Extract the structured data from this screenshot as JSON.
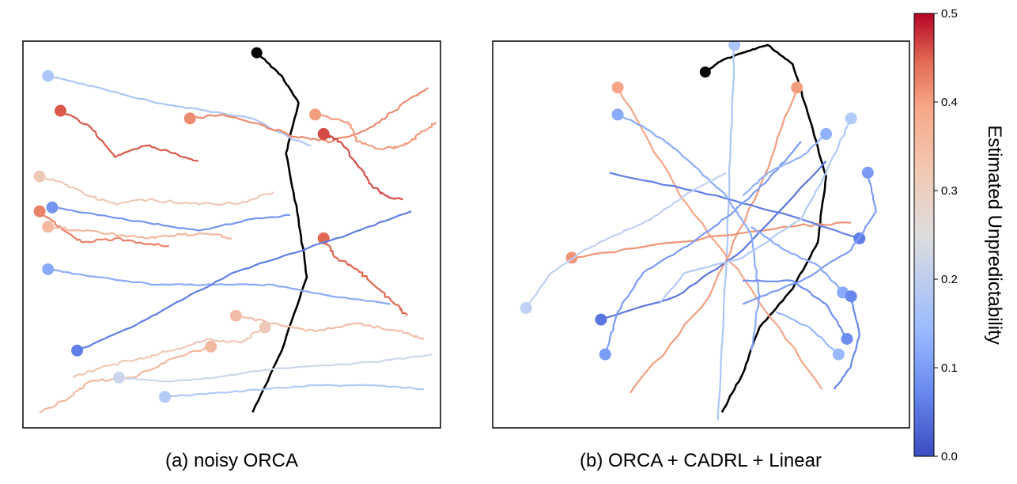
{
  "figure": {
    "panel_a": {
      "caption": "(a) noisy ORCA"
    },
    "panel_b": {
      "caption": "(b) ORCA + CADRL + Linear"
    }
  },
  "chart_data": [
    {
      "type": "scatter",
      "panel": "a",
      "caption": "(a) noisy ORCA",
      "description_of_marks": "pedestrian trajectories; a dot marks each trajectory's current position; color encodes estimated unpredictability",
      "robot_color": "#000000",
      "trajectories": [
        {
          "u": 0.0,
          "pts": [
            [
              0.56,
              0.03
            ],
            [
              0.62,
              0.09
            ],
            [
              0.66,
              0.16
            ],
            [
              0.63,
              0.29
            ],
            [
              0.66,
              0.46
            ],
            [
              0.68,
              0.61
            ],
            [
              0.62,
              0.8
            ],
            [
              0.55,
              0.96
            ]
          ]
        },
        {
          "u": 0.17,
          "pts": [
            [
              0.06,
              0.09
            ],
            [
              0.18,
              0.12
            ],
            [
              0.32,
              0.16
            ],
            [
              0.44,
              0.18
            ],
            [
              0.55,
              0.2
            ],
            [
              0.64,
              0.25
            ],
            [
              0.69,
              0.27
            ]
          ]
        },
        {
          "u": 0.39,
          "pts": [
            [
              0.4,
              0.2
            ],
            [
              0.48,
              0.19
            ],
            [
              0.58,
              0.22
            ],
            [
              0.66,
              0.25
            ],
            [
              0.74,
              0.26
            ],
            [
              0.84,
              0.22
            ],
            [
              0.89,
              0.18
            ],
            [
              0.97,
              0.12
            ]
          ]
        },
        {
          "u": 0.37,
          "pts": [
            [
              0.7,
              0.19
            ],
            [
              0.78,
              0.21
            ],
            [
              0.8,
              0.26
            ],
            [
              0.86,
              0.28
            ],
            [
              0.91,
              0.27
            ],
            [
              0.95,
              0.24
            ],
            [
              0.99,
              0.21
            ]
          ]
        },
        {
          "u": 0.44,
          "pts": [
            [
              0.09,
              0.18
            ],
            [
              0.16,
              0.22
            ],
            [
              0.22,
              0.3
            ],
            [
              0.3,
              0.27
            ],
            [
              0.36,
              0.29
            ],
            [
              0.42,
              0.31
            ]
          ]
        },
        {
          "u": 0.45,
          "pts": [
            [
              0.72,
              0.24
            ],
            [
              0.76,
              0.26
            ],
            [
              0.81,
              0.33
            ],
            [
              0.84,
              0.38
            ],
            [
              0.87,
              0.4
            ],
            [
              0.91,
              0.41
            ]
          ]
        },
        {
          "u": 0.3,
          "pts": [
            [
              0.04,
              0.35
            ],
            [
              0.1,
              0.37
            ],
            [
              0.16,
              0.4
            ],
            [
              0.22,
              0.42
            ],
            [
              0.3,
              0.41
            ],
            [
              0.4,
              0.42
            ],
            [
              0.52,
              0.42
            ],
            [
              0.6,
              0.39
            ]
          ]
        },
        {
          "u": 0.4,
          "pts": [
            [
              0.04,
              0.44
            ],
            [
              0.09,
              0.48
            ],
            [
              0.14,
              0.52
            ],
            [
              0.22,
              0.51
            ],
            [
              0.28,
              0.52
            ],
            [
              0.35,
              0.53
            ]
          ]
        },
        {
          "u": 0.33,
          "pts": [
            [
              0.06,
              0.48
            ],
            [
              0.14,
              0.49
            ],
            [
              0.22,
              0.5
            ],
            [
              0.3,
              0.51
            ],
            [
              0.38,
              0.5
            ],
            [
              0.46,
              0.5
            ],
            [
              0.5,
              0.51
            ]
          ]
        },
        {
          "u": 0.09,
          "pts": [
            [
              0.07,
              0.43
            ],
            [
              0.18,
              0.45
            ],
            [
              0.3,
              0.47
            ],
            [
              0.42,
              0.49
            ],
            [
              0.55,
              0.46
            ],
            [
              0.64,
              0.45
            ]
          ]
        },
        {
          "u": 0.43,
          "pts": [
            [
              0.72,
              0.51
            ],
            [
              0.75,
              0.56
            ],
            [
              0.8,
              0.59
            ],
            [
              0.84,
              0.63
            ],
            [
              0.89,
              0.68
            ],
            [
              0.92,
              0.71
            ]
          ]
        },
        {
          "u": 0.12,
          "pts": [
            [
              0.06,
              0.59
            ],
            [
              0.18,
              0.61
            ],
            [
              0.32,
              0.63
            ],
            [
              0.46,
              0.63
            ],
            [
              0.6,
              0.63
            ],
            [
              0.74,
              0.66
            ],
            [
              0.88,
              0.68
            ]
          ]
        },
        {
          "u": 0.06,
          "pts": [
            [
              0.13,
              0.8
            ],
            [
              0.26,
              0.74
            ],
            [
              0.38,
              0.67
            ],
            [
              0.5,
              0.6
            ],
            [
              0.64,
              0.55
            ],
            [
              0.78,
              0.5
            ],
            [
              0.93,
              0.44
            ]
          ]
        },
        {
          "u": 0.32,
          "pts": [
            [
              0.51,
              0.71
            ],
            [
              0.6,
              0.73
            ],
            [
              0.7,
              0.75
            ],
            [
              0.8,
              0.73
            ],
            [
              0.9,
              0.75
            ],
            [
              0.96,
              0.77
            ]
          ]
        },
        {
          "u": 0.3,
          "pts": [
            [
              0.58,
              0.74
            ],
            [
              0.52,
              0.78
            ],
            [
              0.44,
              0.77
            ],
            [
              0.36,
              0.8
            ],
            [
              0.28,
              0.82
            ],
            [
              0.2,
              0.84
            ],
            [
              0.12,
              0.87
            ]
          ]
        },
        {
          "u": 0.33,
          "pts": [
            [
              0.45,
              0.79
            ],
            [
              0.36,
              0.82
            ],
            [
              0.26,
              0.87
            ],
            [
              0.16,
              0.88
            ],
            [
              0.1,
              0.93
            ],
            [
              0.04,
              0.96
            ]
          ]
        },
        {
          "u": 0.22,
          "pts": [
            [
              0.23,
              0.87
            ],
            [
              0.34,
              0.88
            ],
            [
              0.46,
              0.87
            ],
            [
              0.58,
              0.85
            ],
            [
              0.7,
              0.84
            ],
            [
              0.84,
              0.83
            ],
            [
              0.98,
              0.81
            ]
          ]
        },
        {
          "u": 0.18,
          "pts": [
            [
              0.34,
              0.92
            ],
            [
              0.46,
              0.91
            ],
            [
              0.58,
              0.9
            ],
            [
              0.7,
              0.89
            ],
            [
              0.84,
              0.89
            ],
            [
              0.96,
              0.9
            ]
          ]
        }
      ]
    },
    {
      "type": "scatter",
      "panel": "b",
      "caption": "(b) ORCA + CADRL + Linear",
      "robot_color": "#000000",
      "trajectories": [
        {
          "u": 0.0,
          "pts": [
            [
              0.51,
              0.08
            ],
            [
              0.55,
              0.05
            ],
            [
              0.6,
              0.03
            ],
            [
              0.66,
              0.01
            ],
            [
              0.72,
              0.06
            ],
            [
              0.76,
              0.2
            ],
            [
              0.8,
              0.35
            ],
            [
              0.78,
              0.52
            ],
            [
              0.72,
              0.64
            ],
            [
              0.64,
              0.74
            ],
            [
              0.6,
              0.86
            ],
            [
              0.55,
              0.96
            ]
          ]
        },
        {
          "u": 0.17,
          "pts": [
            [
              0.58,
              0.01
            ],
            [
              0.57,
              0.3
            ],
            [
              0.56,
              0.6
            ],
            [
              0.54,
              0.98
            ]
          ]
        },
        {
          "u": 0.37,
          "pts": [
            [
              0.73,
              0.12
            ],
            [
              0.64,
              0.38
            ],
            [
              0.52,
              0.66
            ],
            [
              0.33,
              0.91
            ]
          ]
        },
        {
          "u": 0.36,
          "pts": [
            [
              0.3,
              0.12
            ],
            [
              0.45,
              0.4
            ],
            [
              0.62,
              0.64
            ],
            [
              0.79,
              0.9
            ]
          ]
        },
        {
          "u": 0.38,
          "pts": [
            [
              0.19,
              0.56
            ],
            [
              0.44,
              0.52
            ],
            [
              0.7,
              0.48
            ],
            [
              0.86,
              0.47
            ]
          ]
        },
        {
          "u": 0.06,
          "pts": [
            [
              0.88,
              0.51
            ],
            [
              0.74,
              0.46
            ],
            [
              0.54,
              0.4
            ],
            [
              0.28,
              0.34
            ]
          ]
        },
        {
          "u": 0.05,
          "pts": [
            [
              0.26,
              0.72
            ],
            [
              0.44,
              0.66
            ],
            [
              0.6,
              0.54
            ],
            [
              0.8,
              0.31
            ]
          ]
        },
        {
          "u": 0.1,
          "pts": [
            [
              0.27,
              0.81
            ],
            [
              0.3,
              0.7
            ],
            [
              0.36,
              0.6
            ],
            [
              0.48,
              0.52
            ],
            [
              0.58,
              0.44
            ],
            [
              0.66,
              0.36
            ],
            [
              0.74,
              0.26
            ]
          ]
        },
        {
          "u": 0.12,
          "pts": [
            [
              0.3,
              0.19
            ],
            [
              0.36,
              0.22
            ],
            [
              0.44,
              0.28
            ],
            [
              0.5,
              0.34
            ],
            [
              0.56,
              0.4
            ],
            [
              0.62,
              0.5
            ],
            [
              0.64,
              0.66
            ],
            [
              0.62,
              0.8
            ]
          ]
        },
        {
          "u": 0.1,
          "pts": [
            [
              0.9,
              0.34
            ],
            [
              0.92,
              0.44
            ],
            [
              0.86,
              0.54
            ],
            [
              0.74,
              0.62
            ],
            [
              0.6,
              0.68
            ]
          ]
        },
        {
          "u": 0.18,
          "pts": [
            [
              0.86,
              0.2
            ],
            [
              0.8,
              0.34
            ],
            [
              0.74,
              0.46
            ],
            [
              0.6,
              0.56
            ],
            [
              0.46,
              0.6
            ],
            [
              0.4,
              0.68
            ]
          ]
        },
        {
          "u": 0.2,
          "pts": [
            [
              0.08,
              0.69
            ],
            [
              0.14,
              0.6
            ],
            [
              0.22,
              0.54
            ],
            [
              0.3,
              0.5
            ],
            [
              0.38,
              0.46
            ],
            [
              0.46,
              0.4
            ],
            [
              0.56,
              0.34
            ]
          ]
        },
        {
          "u": 0.13,
          "pts": [
            [
              0.8,
              0.24
            ],
            [
              0.74,
              0.3
            ],
            [
              0.66,
              0.34
            ],
            [
              0.6,
              0.4
            ]
          ]
        },
        {
          "u": 0.12,
          "pts": [
            [
              0.84,
              0.65
            ],
            [
              0.78,
              0.58
            ],
            [
              0.7,
              0.54
            ],
            [
              0.62,
              0.48
            ]
          ]
        },
        {
          "u": 0.08,
          "pts": [
            [
              0.85,
              0.77
            ],
            [
              0.8,
              0.68
            ],
            [
              0.72,
              0.62
            ],
            [
              0.6,
              0.62
            ]
          ]
        },
        {
          "u": 0.14,
          "pts": [
            [
              0.83,
              0.81
            ],
            [
              0.76,
              0.74
            ],
            [
              0.68,
              0.7
            ]
          ]
        },
        {
          "u": 0.07,
          "pts": [
            [
              0.86,
              0.66
            ],
            [
              0.88,
              0.76
            ],
            [
              0.86,
              0.84
            ],
            [
              0.82,
              0.9
            ]
          ]
        }
      ]
    }
  ],
  "colorbar": {
    "title": "Estimated Unpredictability",
    "min": 0.0,
    "max": 0.5,
    "ticks": [
      "0.0",
      "0.1",
      "0.2",
      "0.3",
      "0.4",
      "0.5"
    ],
    "colormap": "coolwarm",
    "stops": [
      "#3b4cc0",
      "#6788ee",
      "#9abbff",
      "#c9d7f0",
      "#edd1c2",
      "#f7a889",
      "#e26952",
      "#b40426"
    ]
  }
}
